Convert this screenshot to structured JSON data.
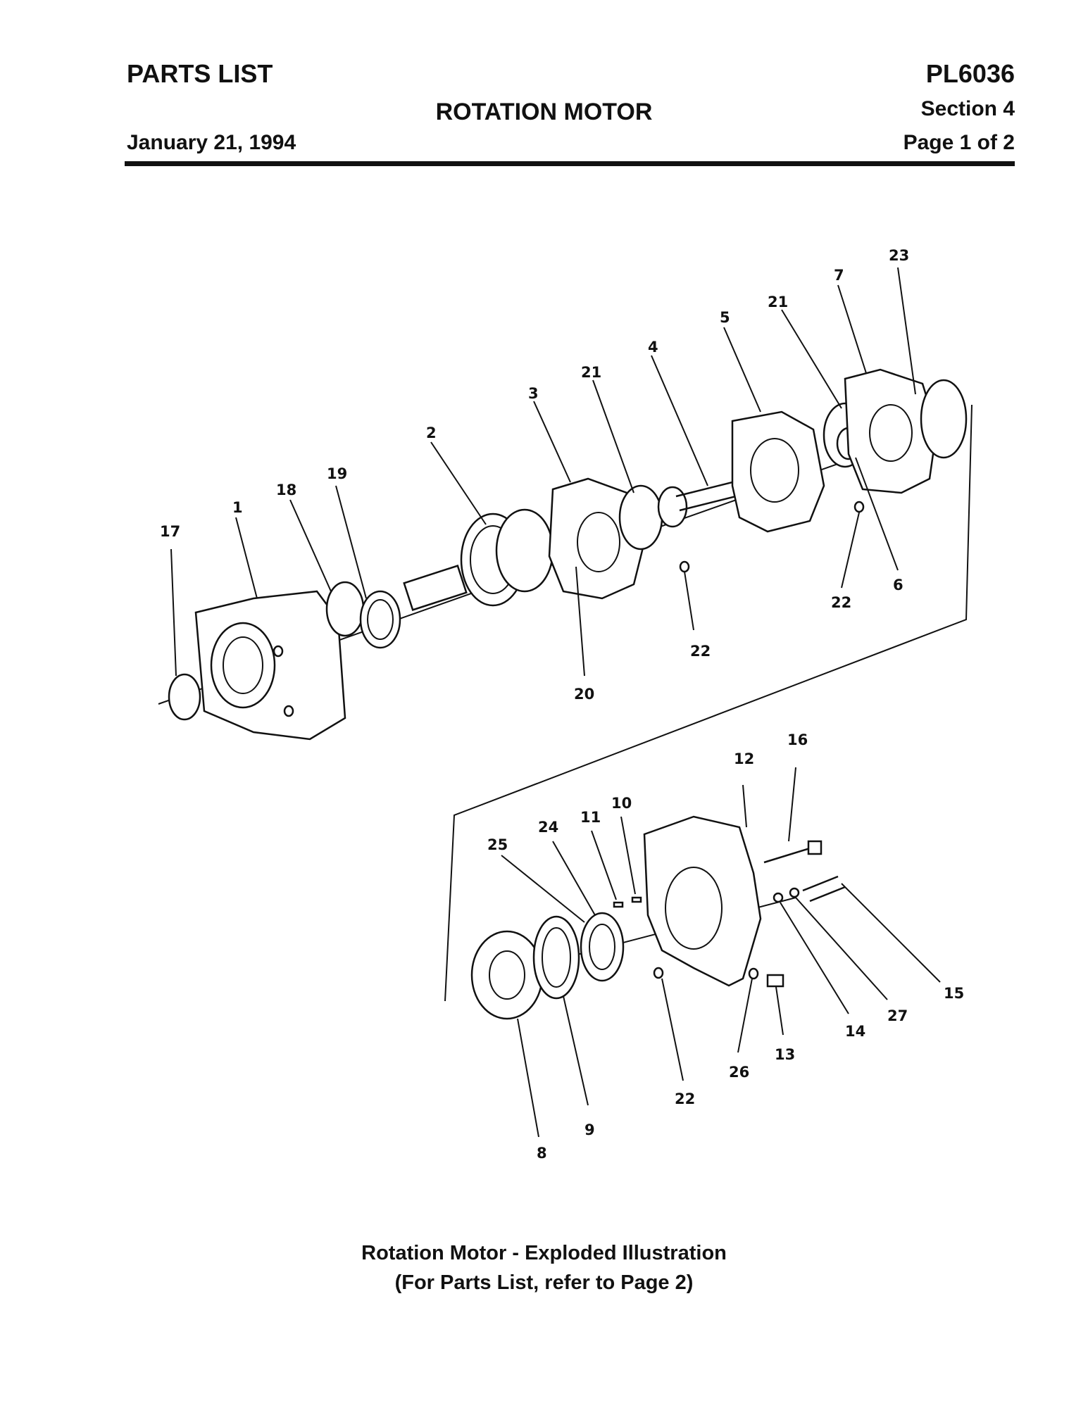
{
  "header": {
    "title": "PARTS LIST",
    "number": "PL6036",
    "subject": "ROTATION MOTOR",
    "section": "Section 4",
    "date": "January 21, 1994",
    "page": "Page 1 of 2"
  },
  "figure": {
    "callouts": [
      "23",
      "7",
      "21",
      "5",
      "4",
      "21",
      "3",
      "2",
      "19",
      "18",
      "1",
      "17",
      "6",
      "22",
      "22",
      "20",
      "16",
      "12",
      "10",
      "11",
      "24",
      "25",
      "15",
      "27",
      "14",
      "13",
      "26",
      "22",
      "9",
      "8"
    ]
  },
  "caption": {
    "line1": "Rotation Motor - Exploded Illustration",
    "line2": "(For Parts List, refer to Page 2)"
  }
}
